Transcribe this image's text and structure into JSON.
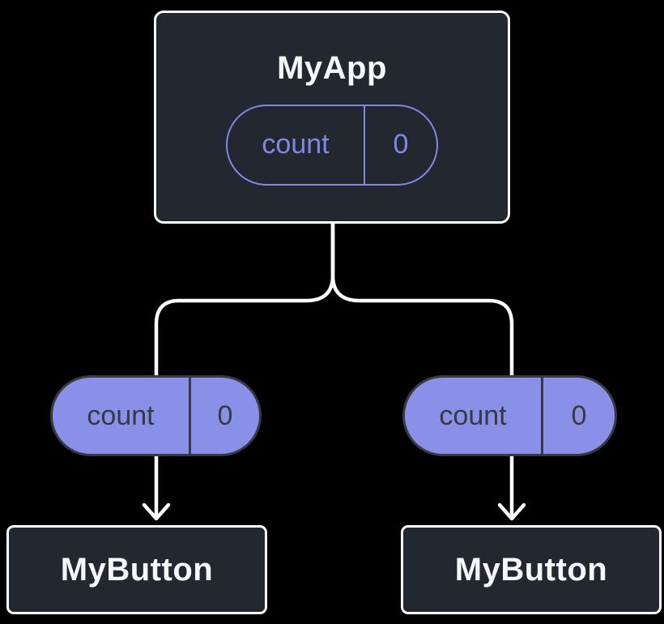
{
  "theme": {
    "background": "#000000",
    "node_fill": "#23272F",
    "node_border": "#FFFFFF",
    "node_text": "#F6F7F9",
    "pill_fill": "#8A90E8",
    "pill_border": "#363A43",
    "pill_text": "#363A43",
    "outline_purple": "#7E88E5",
    "connector": "#FFFFFF"
  },
  "tree": {
    "root": {
      "title": "MyApp",
      "state": {
        "name": "count",
        "value": "0"
      }
    },
    "children": [
      {
        "title": "MyButton",
        "prop": {
          "name": "count",
          "value": "0"
        }
      },
      {
        "title": "MyButton",
        "prop": {
          "name": "count",
          "value": "0"
        }
      }
    ]
  }
}
